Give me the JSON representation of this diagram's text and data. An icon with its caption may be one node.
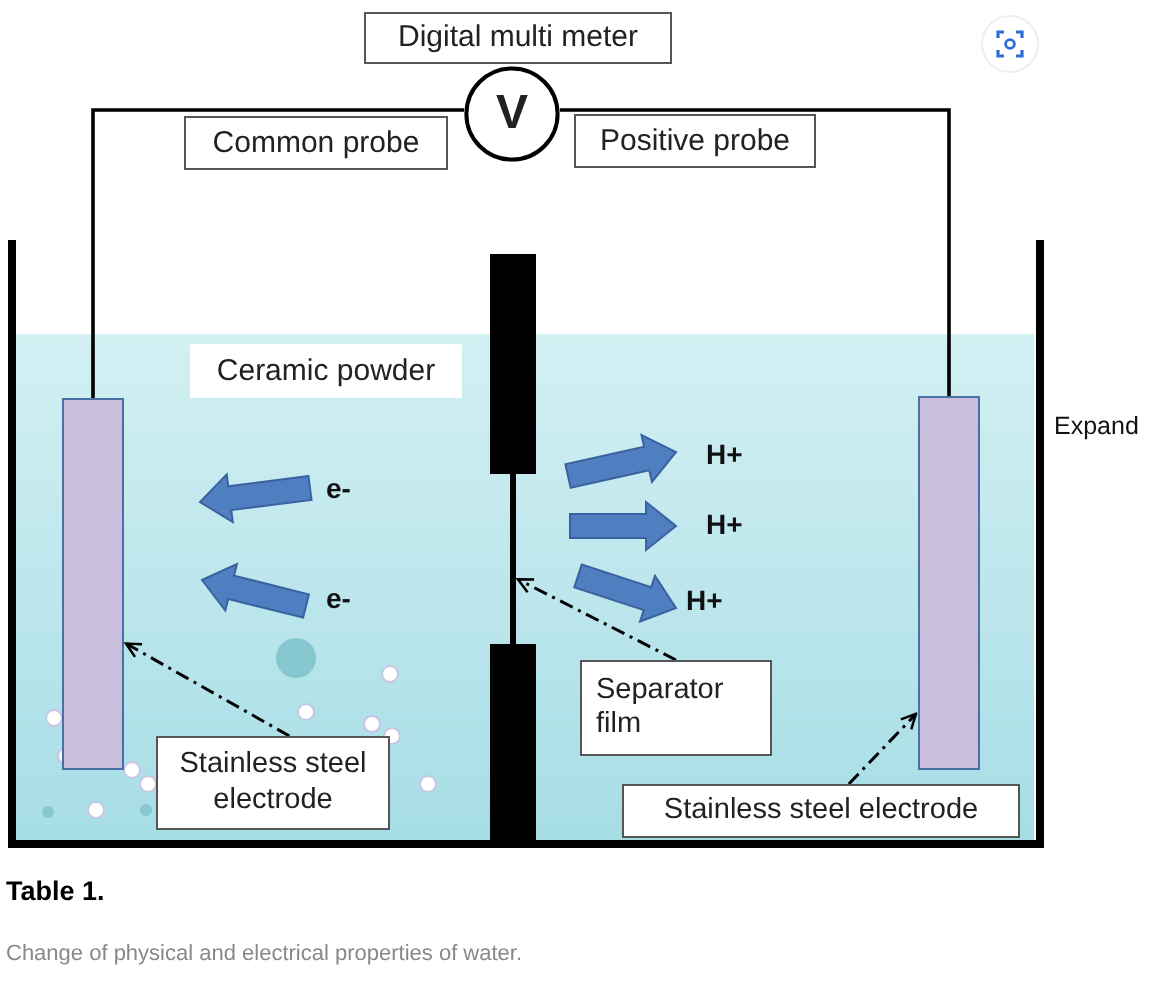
{
  "diagram": {
    "title": "Table 1.",
    "caption": "Change of physical and electrical properties of water.",
    "nodes": [
      {
        "text": [
          "Digital multi meter"
        ]
      },
      {
        "text": [
          "V"
        ]
      },
      {
        "text": [
          "Common probe"
        ]
      },
      {
        "text": [
          "Positive probe"
        ]
      },
      {
        "text": [],
        "shape": "bar"
      },
      {
        "text": [],
        "shape": "bar"
      },
      {
        "text": [
          "Ceramic powder"
        ]
      },
      {
        "text": [],
        "shape": "bar"
      },
      {
        "text": [
          "Stainless steel electrode"
        ]
      },
      {
        "text": [
          "Separator film"
        ]
      },
      {
        "text": [
          "Stainless steel electrode"
        ]
      }
    ],
    "edges": [
      {
        "from": 1,
        "to": 4,
        "arrow": "none"
      },
      {
        "from": 1,
        "to": 5,
        "arrow": "none"
      },
      {
        "from": 8,
        "to": 4,
        "arrow": "to",
        "style": "dashed"
      },
      {
        "from": 9,
        "to": 7,
        "arrow": "to",
        "style": "dashed"
      },
      {
        "from": 10,
        "to": 5,
        "arrow": "to",
        "style": "dashed"
      }
    ],
    "labels": [
      "Expand",
      "H+",
      "e-",
      "H+",
      "e-",
      "H+"
    ]
  }
}
